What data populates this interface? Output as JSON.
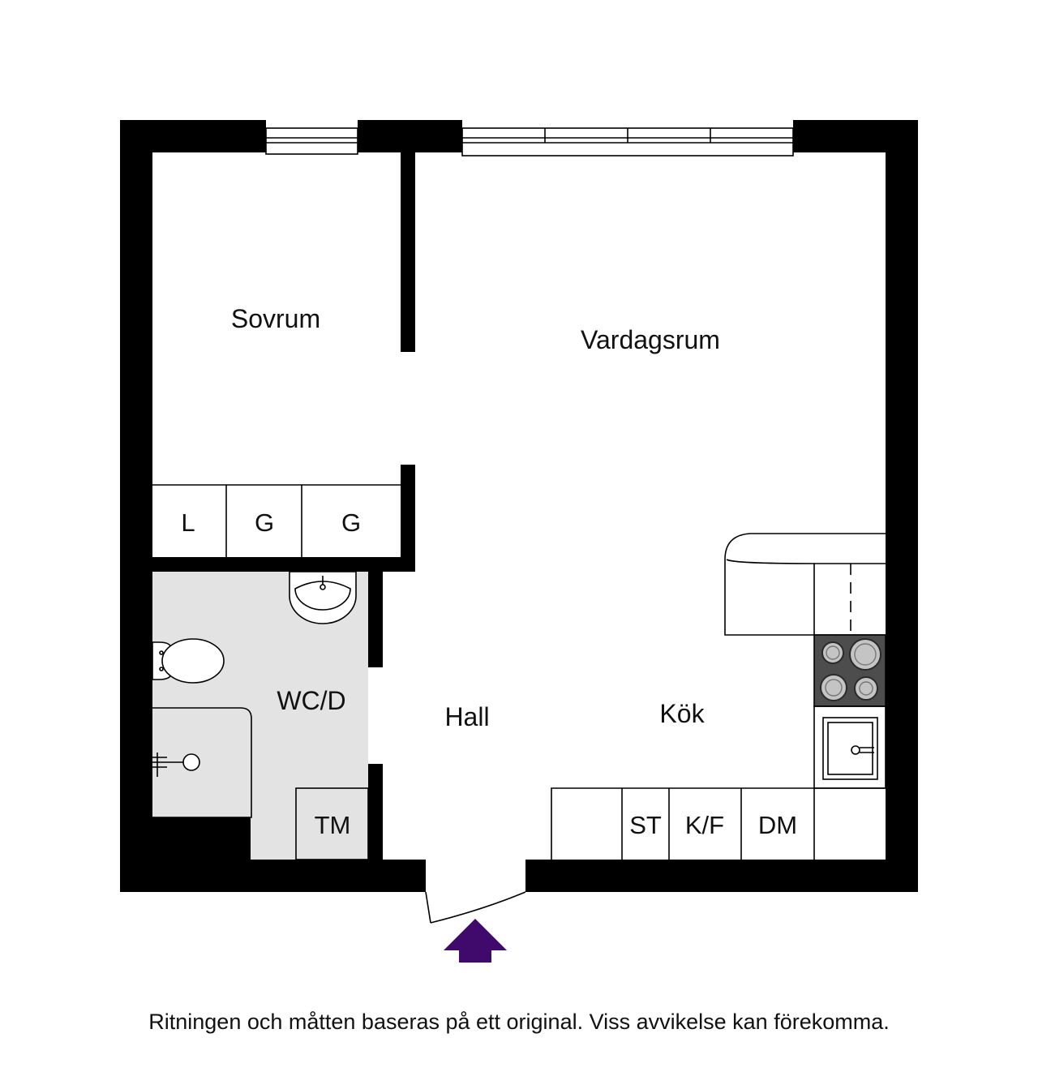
{
  "rooms": {
    "sovrum": "Sovrum",
    "vardagsrum": "Vardagsrum",
    "wc": "WC/D",
    "hall": "Hall",
    "kok": "Kök"
  },
  "closets": {
    "l": "L",
    "g1": "G",
    "g2": "G",
    "tm": "TM"
  },
  "appliances": {
    "st": "ST",
    "kf": "K/F",
    "dm": "DM"
  },
  "disclaimer": "Ritningen och måtten baseras på ett original. Viss avvikelse kan förekomma.",
  "colors": {
    "wall": "#000000",
    "wet_room": "#e3e3e3",
    "stove": "#4d4d4d",
    "entrance_arrow": "#3f0a6b"
  },
  "icons": {
    "entrance": "entrance-arrow-icon",
    "toilet": "toilet-icon",
    "sink": "sink-icon",
    "shower": "shower-icon",
    "stove": "stove-icon",
    "kitchen_sink": "kitchen-sink-icon"
  }
}
